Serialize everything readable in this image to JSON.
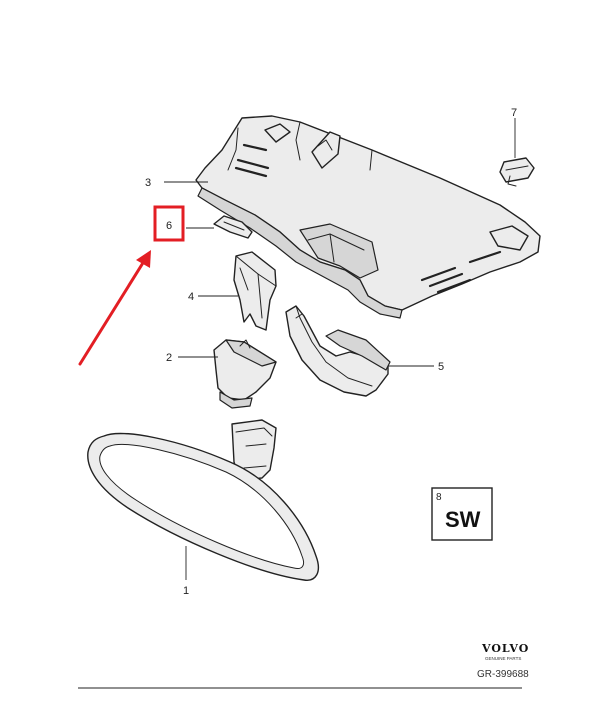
{
  "callouts": {
    "p1": "1",
    "p2": "2",
    "p3": "3",
    "p4": "4",
    "p5": "5",
    "p6": "6",
    "p7": "7",
    "p8": "8"
  },
  "sw_box": {
    "code": "SW"
  },
  "highlight": {
    "color": "#e31e24"
  },
  "brand": {
    "name": "VOLVO",
    "tagline": "GENUINE PARTS",
    "reference": "GR-399688"
  }
}
